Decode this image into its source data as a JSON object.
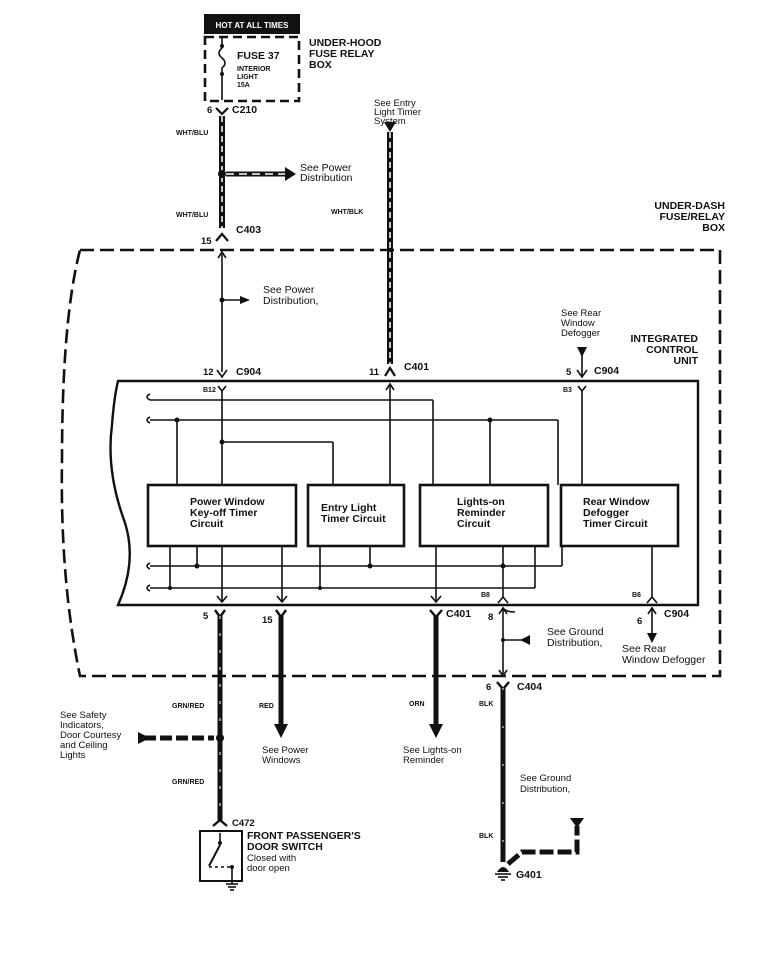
{
  "header": {
    "hot_label": "HOT AT ALL TIMES"
  },
  "fuse_box": {
    "fuse_name": "FUSE 37",
    "fuse_line1": "INTERIOR",
    "fuse_line2": "LIGHT",
    "fuse_rating": "15A",
    "title_line1": "UNDER-HOOD",
    "title_line2": "FUSE RELAY",
    "title_line3": "BOX"
  },
  "connectors": {
    "c210": {
      "pin": "6",
      "name": "C210"
    },
    "c403": {
      "pin": "15",
      "name": "C403"
    },
    "c904_a": {
      "pin": "12",
      "name": "C904",
      "terminal": "B12"
    },
    "c401_top": {
      "pin": "11",
      "name": "C401"
    },
    "c904_b": {
      "pin": "5",
      "name": "C904",
      "terminal": "B3"
    },
    "out_pw": {
      "pin": "5"
    },
    "out_red": {
      "pin": "15"
    },
    "c401_bottom": {
      "name": "C401"
    },
    "c404_top": {
      "pin": "8",
      "terminal": "B8"
    },
    "c904_c": {
      "pin": "6",
      "name": "C904",
      "terminal": "B6"
    },
    "c404": {
      "pin": "6",
      "name": "C404"
    },
    "c472": {
      "name": "C472"
    },
    "g401": {
      "name": "G401"
    }
  },
  "wire_colors": {
    "wht_blu_1": "WHT/BLU",
    "wht_blu_2": "WHT/BLU",
    "wht_blk": "WHT/BLK",
    "grn_red_1": "GRN/RED",
    "grn_red_2": "GRN/RED",
    "red": "RED",
    "orn": "ORN",
    "blk_1": "BLK",
    "blk_2": "BLK"
  },
  "references": {
    "power_dist_1": [
      "See Power",
      "Distribution"
    ],
    "entry_light": [
      "See Entry",
      "Light Timer",
      "System"
    ],
    "power_dist_2": [
      "See Power",
      "Distribution,"
    ],
    "rear_defog_in": [
      "See Rear",
      "Window",
      "Defogger"
    ],
    "ground_dist_1": [
      "See Ground",
      "Distribution,"
    ],
    "rear_defog_out": [
      "See Rear",
      "Window Defogger"
    ],
    "safety": [
      "See Safety",
      "Indicators,",
      "Door Courtesy",
      "and Ceiling",
      "Lights"
    ],
    "power_windows": [
      "See Power",
      "Windows"
    ],
    "lights_on": [
      "See Lights-on",
      "Reminder"
    ],
    "ground_dist_2": [
      "See Ground",
      "Distribution,"
    ]
  },
  "under_dash": {
    "title": [
      "UNDER-DASH",
      "FUSE/RELAY",
      "BOX"
    ]
  },
  "icu": {
    "title": [
      "INTEGRATED",
      "CONTROL",
      "UNIT"
    ],
    "circuits": [
      {
        "lines": [
          "Power Window",
          "Key-off Timer",
          "Circuit"
        ]
      },
      {
        "lines": [
          "Entry Light",
          "Timer Circuit"
        ]
      },
      {
        "lines": [
          "Lights-on",
          "Reminder",
          "Circuit"
        ]
      },
      {
        "lines": [
          "Rear Window",
          "Defogger",
          "Timer Circuit"
        ]
      }
    ]
  },
  "door_switch": {
    "title": [
      "FRONT PASSENGER'S",
      "DOOR SWITCH"
    ],
    "note": [
      "Closed with",
      "door open"
    ]
  }
}
